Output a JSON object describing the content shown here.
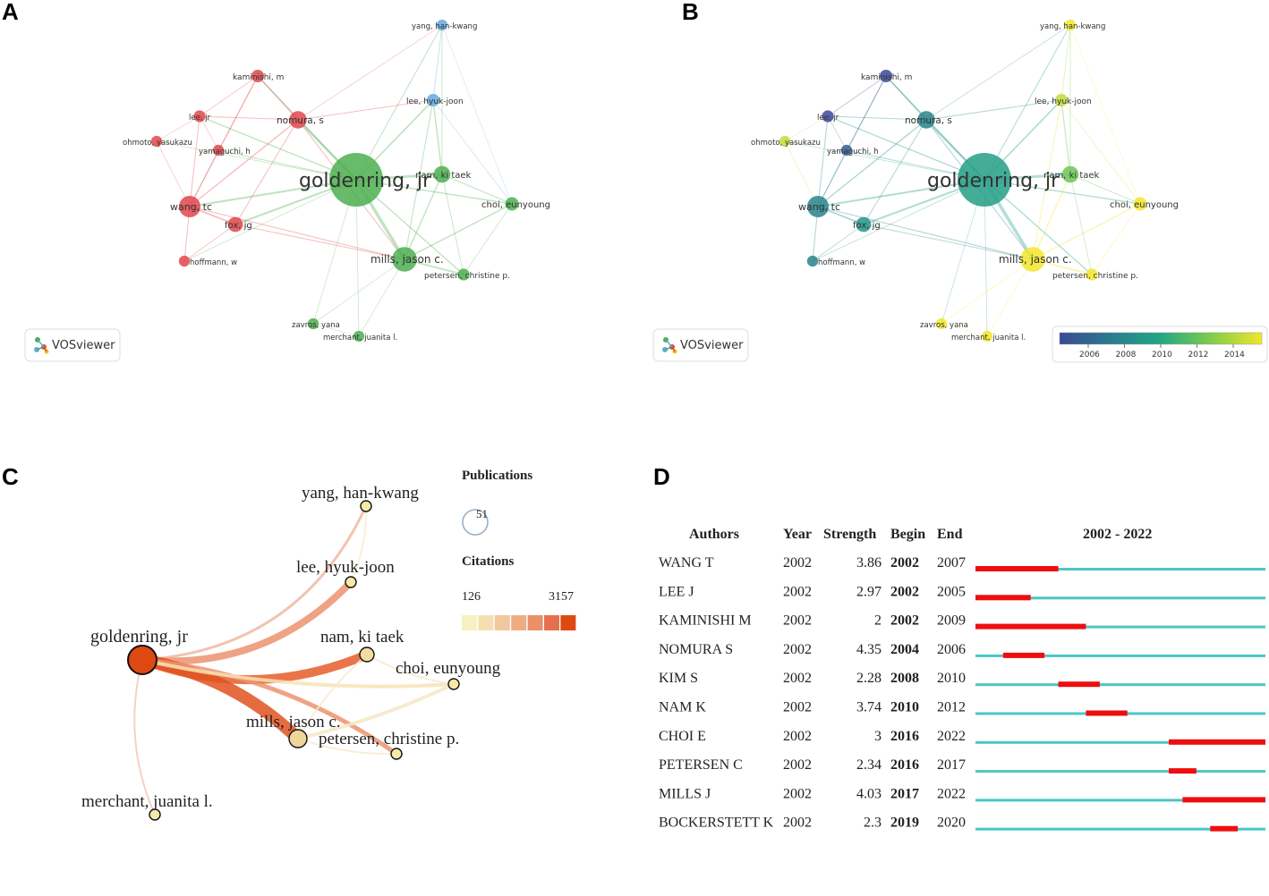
{
  "panels": {
    "a": {
      "letter": "A"
    },
    "b": {
      "letter": "B"
    },
    "c": {
      "letter": "C"
    },
    "d": {
      "letter": "D"
    }
  },
  "vosviewer_label": "VOSviewer",
  "network_nodes": [
    {
      "id": "goldenring",
      "label": "goldenring, jr",
      "cluster": "green",
      "year": 2009.5,
      "weight": 3.0
    },
    {
      "id": "mills",
      "label": "mills, jason c.",
      "cluster": "green",
      "year": 2015,
      "weight": 1.2
    },
    {
      "id": "nam",
      "label": "nam, ki taek",
      "cluster": "green",
      "year": 2012,
      "weight": 0.7
    },
    {
      "id": "choi",
      "label": "choi, eunyoung",
      "cluster": "green",
      "year": 2016,
      "weight": 0.5
    },
    {
      "id": "petersen",
      "label": "petersen, christine p.",
      "cluster": "green",
      "year": 2016,
      "weight": 0.4
    },
    {
      "id": "zavros",
      "label": "zavros, yana",
      "cluster": "green",
      "year": 2015,
      "weight": 0.35
    },
    {
      "id": "merchant",
      "label": "merchant, juanita l.",
      "cluster": "green",
      "year": 2015,
      "weight": 0.35
    },
    {
      "id": "yang",
      "label": "yang, han-kwang",
      "cluster": "blue",
      "year": 2015,
      "weight": 0.35
    },
    {
      "id": "lee_hj",
      "label": "lee, hyuk-joon",
      "cluster": "blue",
      "year": 2014,
      "weight": 0.45
    },
    {
      "id": "kaminishi",
      "label": "kaminishi, m",
      "cluster": "red",
      "year": 2005,
      "weight": 0.45
    },
    {
      "id": "nomura",
      "label": "nomura, s",
      "cluster": "red",
      "year": 2008,
      "weight": 0.75
    },
    {
      "id": "lee_jr",
      "label": "lee, jr",
      "cluster": "red",
      "year": 2004,
      "weight": 0.4
    },
    {
      "id": "ohmoto",
      "label": "ohmoto, yasukazu",
      "cluster": "red",
      "year": 2014,
      "weight": 0.35
    },
    {
      "id": "yamaguchi",
      "label": "yamaguchi, h",
      "cluster": "red",
      "year": 2006,
      "weight": 0.35
    },
    {
      "id": "wang",
      "label": "wang, tc",
      "cluster": "red",
      "year": 2008,
      "weight": 1.0
    },
    {
      "id": "fox",
      "label": "fox, jg",
      "cluster": "red",
      "year": 2009,
      "weight": 0.6
    },
    {
      "id": "hoffmann",
      "label": "hoffmann, w",
      "cluster": "red",
      "year": 2008,
      "weight": 0.35
    }
  ],
  "overlay_scale": {
    "ticks": [
      "2006",
      "2008",
      "2010",
      "2012",
      "2014"
    ],
    "colors": [
      "#3b4996",
      "#2a7b8e",
      "#22a784",
      "#7fcd4a",
      "#f2e62a"
    ]
  },
  "cluster_colors": {
    "red": "#e0474c",
    "green": "#4caf50",
    "blue": "#63a9e0"
  },
  "citespace": {
    "legend_publications_title": "Publications",
    "legend_publications_value": "51",
    "legend_citations_title": "Citations",
    "legend_citations_min": "126",
    "legend_citations_max": "3157",
    "legend_colors": [
      "#f7f1c1",
      "#f5dfb1",
      "#f1c79d",
      "#edad84",
      "#e98f6a",
      "#e4704e",
      "#de4912"
    ],
    "nodes": [
      {
        "label": "goldenring, jr",
        "fill": "#de4912"
      },
      {
        "label": "yang, han-kwang",
        "fill": "#f5e9a8"
      },
      {
        "label": "lee, hyuk-joon",
        "fill": "#f5e9a8"
      },
      {
        "label": "nam, ki taek",
        "fill": "#f2dca0"
      },
      {
        "label": "choi, eunyoung",
        "fill": "#f5e9a8"
      },
      {
        "label": "mills, jason c.",
        "fill": "#f0d49a"
      },
      {
        "label": "petersen, christine p.",
        "fill": "#f5e9a8"
      },
      {
        "label": "merchant, juanita l.",
        "fill": "#f5e9a8"
      }
    ]
  },
  "burst_table": {
    "headers": {
      "authors": "Authors",
      "year": "Year",
      "strength": "Strength",
      "begin": "Begin",
      "end": "End",
      "range": "2002 - 2022"
    },
    "range_start": 2002,
    "range_end": 2022,
    "bar_color": "#4cc6c6",
    "burst_color": "#ee0e0e",
    "rows": [
      {
        "author": "WANG T",
        "year": "2002",
        "strength": "3.86",
        "begin": "2002",
        "end": "2007"
      },
      {
        "author": "LEE J",
        "year": "2002",
        "strength": "2.97",
        "begin": "2002",
        "end": "2005"
      },
      {
        "author": "KAMINISHI M",
        "year": "2002",
        "strength": "2",
        "begin": "2002",
        "end": "2009"
      },
      {
        "author": "NOMURA S",
        "year": "2002",
        "strength": "4.35",
        "begin": "2004",
        "end": "2006"
      },
      {
        "author": "KIM S",
        "year": "2002",
        "strength": "2.28",
        "begin": "2008",
        "end": "2010"
      },
      {
        "author": "NAM K",
        "year": "2002",
        "strength": "3.74",
        "begin": "2010",
        "end": "2012"
      },
      {
        "author": "CHOI E",
        "year": "2002",
        "strength": "3",
        "begin": "2016",
        "end": "2022"
      },
      {
        "author": "PETERSEN C",
        "year": "2002",
        "strength": "2.34",
        "begin": "2016",
        "end": "2017"
      },
      {
        "author": "MILLS J",
        "year": "2002",
        "strength": "4.03",
        "begin": "2017",
        "end": "2022"
      },
      {
        "author": "BOCKERSTETT K",
        "year": "2002",
        "strength": "2.3",
        "begin": "2019",
        "end": "2020"
      }
    ]
  }
}
